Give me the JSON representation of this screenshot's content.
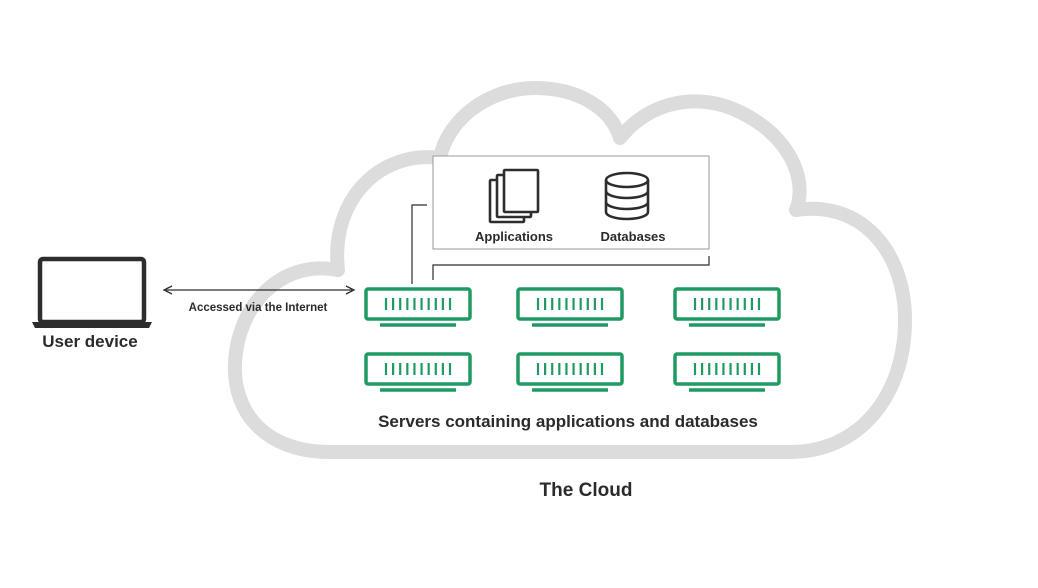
{
  "diagram": {
    "title": "The Cloud",
    "servers_caption": "Servers containing applications and databases",
    "user_device_label": "User device",
    "connection_label": "Accessed via the Internet",
    "applications_label": "Applications",
    "databases_label": "Databases"
  },
  "colors": {
    "cloud_outline": "#dcdcdc",
    "server_green": "#1f9a63",
    "text": "#2b2b2b",
    "icon_dark": "#2d2d2d",
    "box_border": "#9a9a9a"
  },
  "icons": {
    "laptop": "laptop-icon",
    "applications": "documents-stack-icon",
    "databases": "database-cylinder-icon",
    "server": "server-rack-icon"
  },
  "servers": {
    "rows": 2,
    "columns": 3,
    "vents_per_server": 10
  }
}
